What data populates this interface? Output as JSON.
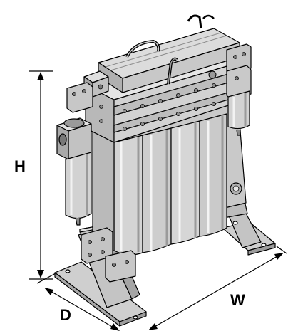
{
  "dimensions": {
    "height_label": "H",
    "depth_label": "D",
    "width_label": "W"
  },
  "colors": {
    "line": "#000000",
    "body_fill": "#d8d8d8",
    "body_shade": "#bdbdbd",
    "body_light": "#ededed",
    "base_fill": "#cfcfcf",
    "dark": "#8c8c8c"
  }
}
